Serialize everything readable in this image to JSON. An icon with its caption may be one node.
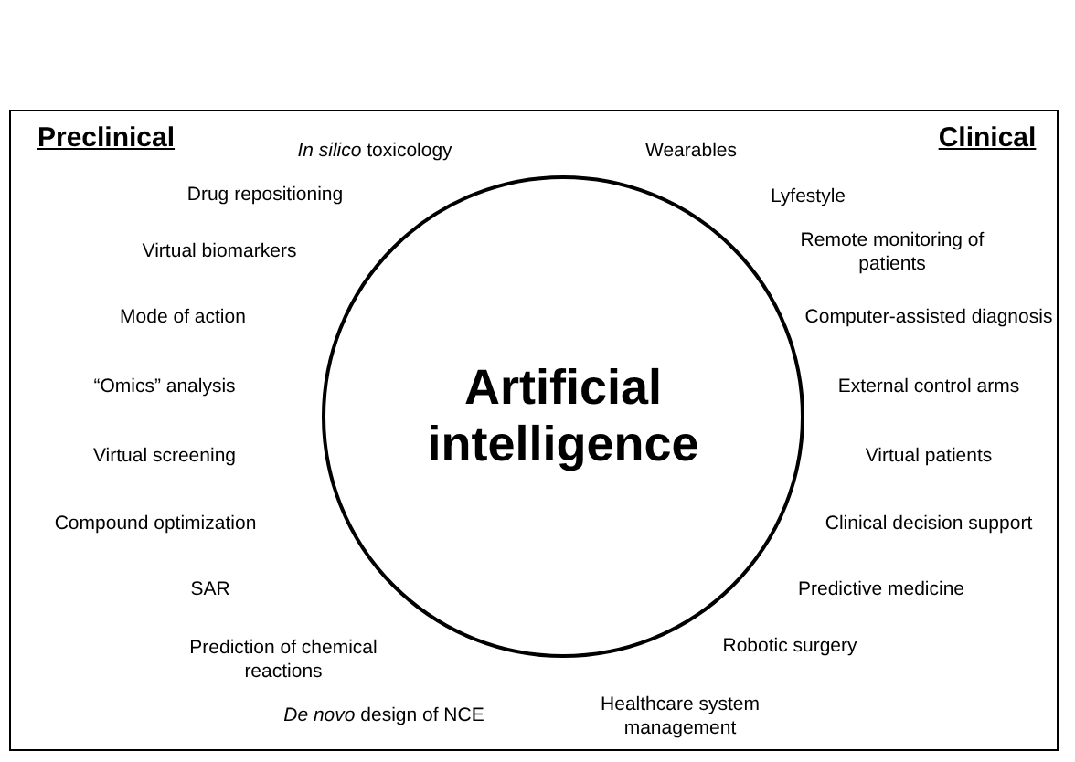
{
  "diagram": {
    "nodes": [
      {
        "text": [
          "Artificial intelligence"
        ]
      }
    ],
    "edges": [],
    "labels": [
      "Preclinical",
      "*In silico* toxicology",
      "Wearables",
      "Clinical",
      "Drug repositioning",
      "Lyfestyle",
      "Virtual biomarkers",
      "Remote monitoring of patients",
      "Mode of action",
      "Computer-assisted diagnosis",
      "“Omics” analysis",
      "External control arms",
      "Virtual screening",
      "Virtual patients",
      "Compound optimization",
      "Clinical decision support",
      "SAR",
      "Predictive medicine",
      "Prediction of chemical reactions",
      "Robotic surgery",
      "*De novo* design of NCE",
      "Healthcare system management"
    ]
  }
}
